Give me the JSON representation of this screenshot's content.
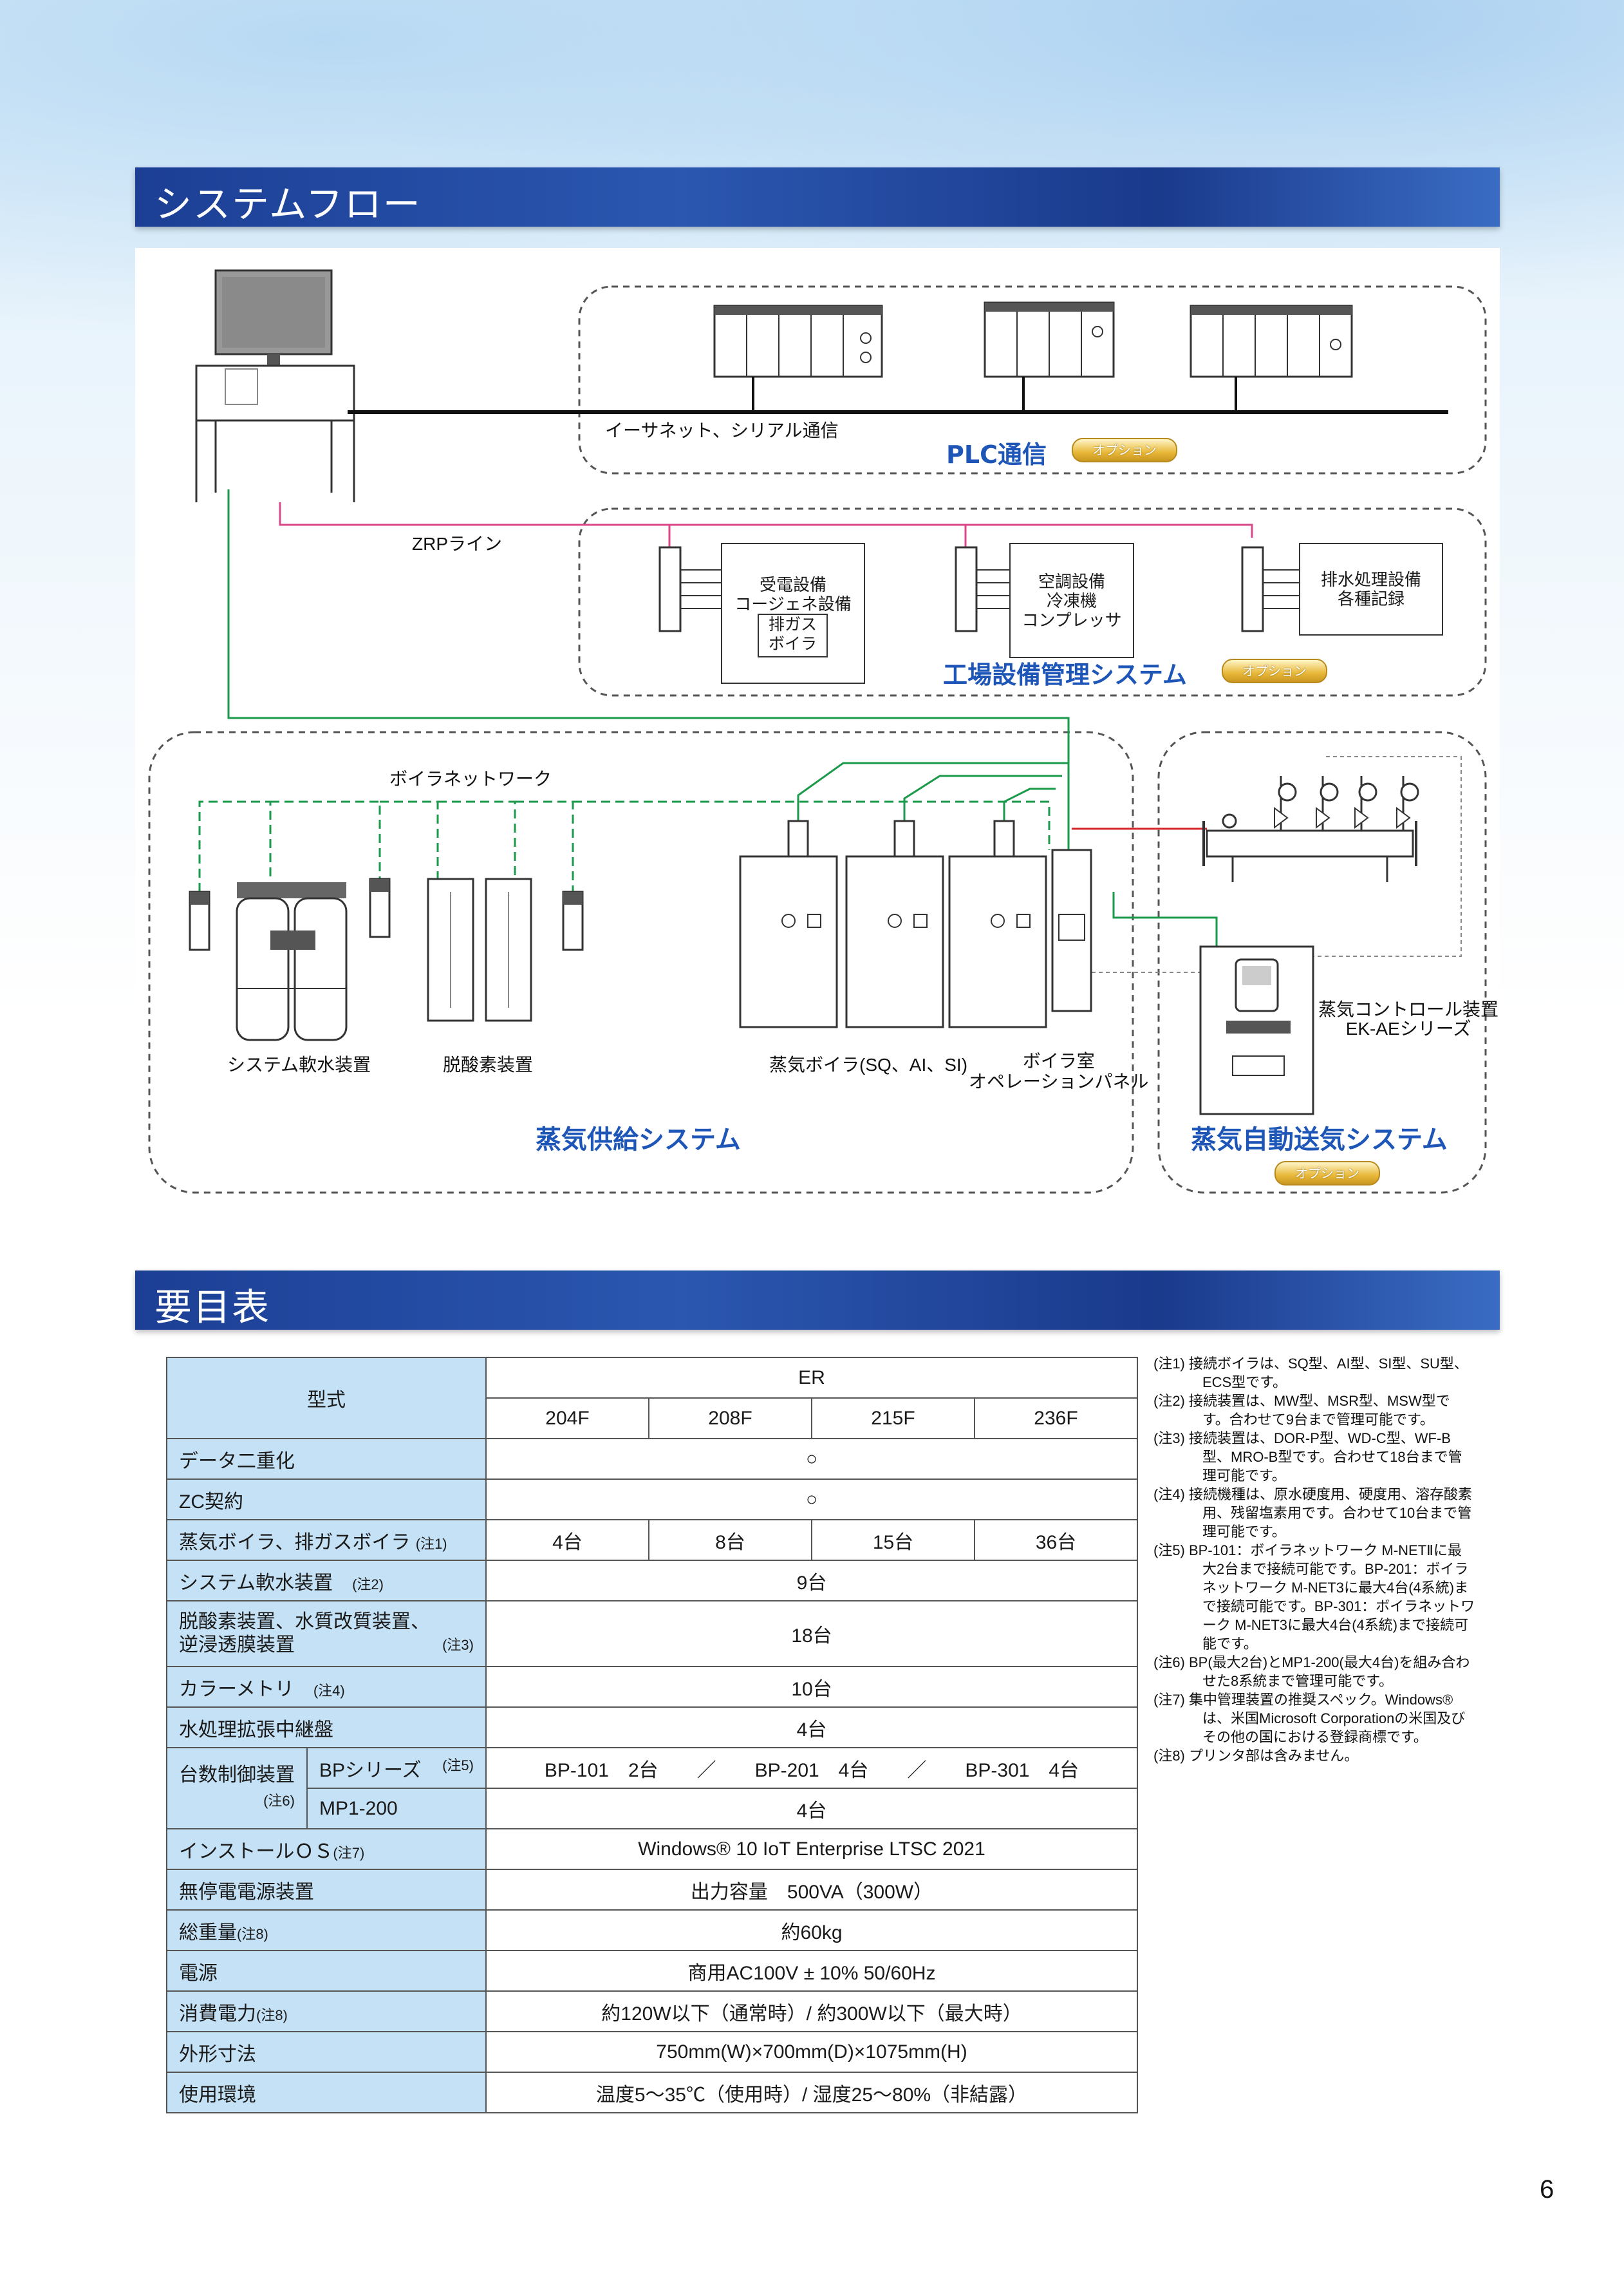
{
  "sections": {
    "flow_title": "システムフロー",
    "spec_title": "要目表"
  },
  "diagram": {
    "ethernet_label": "イーサネット、シリアル通信",
    "plc_title": "PLC通信",
    "option_label": "オプション",
    "zrp_label": "ZRPライン",
    "box_power": "受電設備\nコージェネ設備",
    "box_exhaust": "排ガス\nボイラ",
    "box_aircon": "空調設備\n冷凍機\nコンプレッサ",
    "box_drain": "排水処理設備\n各種記録",
    "factory_title": "工場設備管理システム",
    "boiler_network_label": "ボイラネットワーク",
    "softener_label": "システム軟水装置",
    "deoxygen_label": "脱酸素装置",
    "boiler_label": "蒸気ボイラ(SQ、AI、SI)",
    "operation_panel_label": "ボイラ室\nオペレーションパネル",
    "steam_supply_title": "蒸気供給システム",
    "steam_control_label": "蒸気コントロール装置\nEK-AEシリーズ",
    "steam_auto_title": "蒸気自動送気システム"
  },
  "spec": {
    "model_label": "型式",
    "series": "ER",
    "models": [
      "204F",
      "208F",
      "215F",
      "236F"
    ],
    "rows": {
      "duplex": {
        "label": "データ二重化",
        "value": "○"
      },
      "zc": {
        "label": "ZC契約",
        "value": "○"
      },
      "boiler": {
        "label": "蒸気ボイラ、排ガスボイラ",
        "note": "(注1)",
        "values": [
          "4台",
          "8台",
          "15台",
          "36台"
        ]
      },
      "softener": {
        "label": "システム軟水装置",
        "note": "(注2)",
        "value": "9台"
      },
      "deoxy_label1": "脱酸素装置、水質改質装置、",
      "deoxy_label2": "逆浸透膜装置",
      "deoxy_note": "(注3)",
      "deoxy_value": "18台",
      "colorimetry": {
        "label": "カラーメトリ",
        "note": "(注4)",
        "value": "10台"
      },
      "relay": {
        "label": "水処理拡張中継盤",
        "value": "4台"
      },
      "multi_label": "台数制御装置",
      "multi_note": "(注6)",
      "bp": {
        "label": "BPシリーズ",
        "note": "(注5)",
        "value": "BP-101　2台　　／　　BP-201　4台　　／　　BP-301　4台"
      },
      "mp": {
        "label": "MP1-200",
        "value": "4台"
      },
      "os": {
        "label": "インストールＯＳ",
        "note": "(注7)",
        "value": "Windows® 10 IoT Enterprise LTSC 2021"
      },
      "ups": {
        "label": "無停電電源装置",
        "value": "出力容量　500VA（300W）"
      },
      "weight": {
        "label": "総重量",
        "note": "(注8)",
        "value": "約60kg"
      },
      "power": {
        "label": "電源",
        "value": "商用AC100V ± 10%  50/60Hz"
      },
      "consumption": {
        "label": "消費電力",
        "note": "(注8)",
        "value": "約120W以下（通常時）/ 約300W以下（最大時）"
      },
      "size": {
        "label": "外形寸法",
        "value": "750mm(W)×700mm(D)×1075mm(H)"
      },
      "env": {
        "label": "使用環境",
        "value": "温度5～35℃（使用時）/ 湿度25～80%（非結露）"
      }
    }
  },
  "notes": [
    "(注1) 接続ボイラは、SQ型、AI型、SI型、SU型、ECS型です。",
    "(注2) 接続装置は、MW型、MSR型、MSW型です。合わせて9台まで管理可能です。",
    "(注3) 接続装置は、DOR-P型、WD-C型、WF-B型、MRO-B型です。合わせて18台まで管理可能です。",
    "(注4) 接続機種は、原水硬度用、硬度用、溶存酸素用、残留塩素用です。合わせて10台まで管理可能です。",
    "(注5) BP-101：ボイラネットワーク M-NETⅡに最大2台まで接続可能です。BP-201：ボイラネットワーク M-NET3に最大4台(4系統)まで接続可能です。BP-301：ボイラネットワーク M-NET3に最大4台(4系統)まで接続可能です。",
    "(注6) BP(最大2台)とMP1-200(最大4台)を組み合わせた8系統まで管理可能です。",
    "(注7) 集中管理装置の推奨スペック。Windows® は、米国Microsoft Corporationの米国及びその他の国における登録商標です。",
    "(注8) プリンタ部は含みません。"
  ],
  "page_number": "6",
  "colors": {
    "band": "#1c3f95",
    "header_cell": "#c5e1f5",
    "green_line": "#1a9a4a",
    "pink_line": "#d9488a",
    "title_blue": "#1e56b8"
  }
}
